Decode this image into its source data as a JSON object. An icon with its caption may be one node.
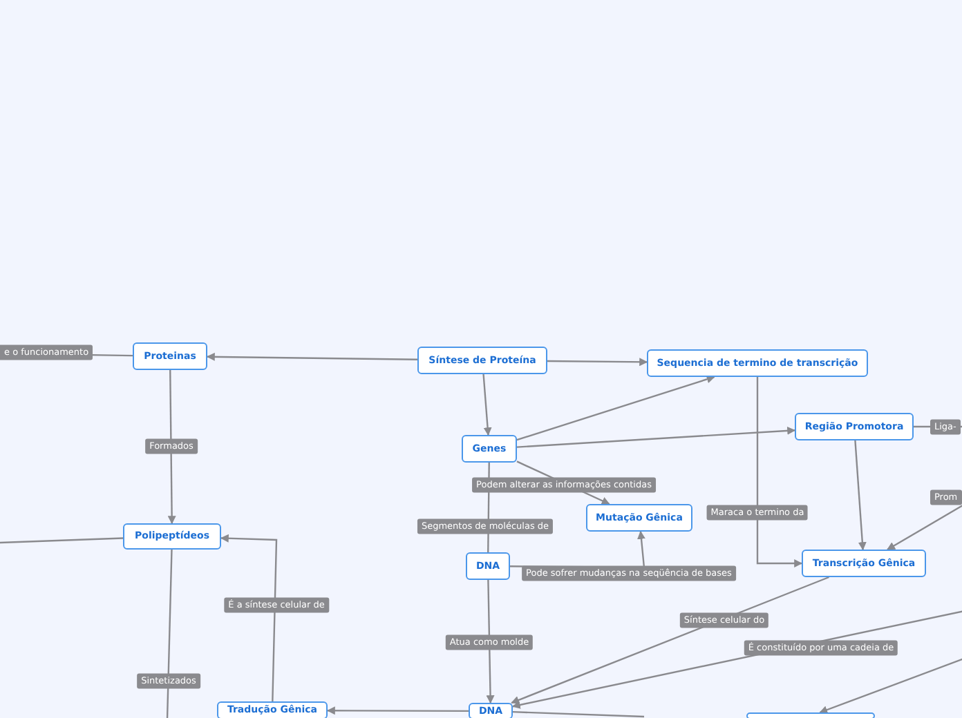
{
  "diagram": {
    "nodes": [
      {
        "text": [
          "Proteinas"
        ]
      },
      {
        "text": [
          "Síntese de Proteína"
        ]
      },
      {
        "text": [
          "Sequencia de termino de transcrição"
        ]
      },
      {
        "text": [
          "Genes"
        ]
      },
      {
        "text": [
          "Região Promotora"
        ]
      },
      {
        "text": [
          "Mutação Gênica"
        ]
      },
      {
        "text": [
          "Polipeptídeos"
        ]
      },
      {
        "text": [
          "DNA"
        ]
      },
      {
        "text": [
          "Transcrição Gênica"
        ]
      },
      {
        "text": [
          "Tradução Gênica"
        ]
      },
      {
        "text": [
          "DNA"
        ]
      },
      {
        "text": [],
        "shape": "box"
      }
    ],
    "edges": [
      {
        "from": 1,
        "to": 0,
        "arrow": "to"
      },
      {
        "from": 1,
        "to": 2,
        "arrow": "to"
      },
      {
        "from": 1,
        "to": 3,
        "arrow": "to"
      },
      {
        "from": 3,
        "to": 2,
        "arrow": "to"
      },
      {
        "from": 3,
        "to": 4,
        "arrow": "to"
      },
      {
        "from": 3,
        "to": 5,
        "arrow": "to",
        "label": "Podem alterar as informações contidas"
      },
      {
        "from": 3,
        "to": 7,
        "arrow": "none",
        "label": "Segmentos de moléculas de"
      },
      {
        "from": 7,
        "to": 5,
        "arrow": "to",
        "label": "Pode sofrer mudanças na seqüência de bases"
      },
      {
        "from": 7,
        "to": 10,
        "arrow": "to",
        "label": "Atua como molde"
      },
      {
        "from": 0,
        "to": 6,
        "arrow": "to",
        "label": "Formados"
      },
      {
        "from": 0,
        "to": null,
        "arrow": "none",
        "label": "e o funcionamento"
      },
      {
        "from": 9,
        "to": 6,
        "arrow": "to",
        "label": "É a síntese celular de"
      },
      {
        "from": 6,
        "to": null,
        "arrow": "none"
      },
      {
        "from": 6,
        "to": null,
        "arrow": "none",
        "label": "Sintetizados"
      },
      {
        "from": 2,
        "to": 8,
        "arrow": "to",
        "label": "Maraca o termino da"
      },
      {
        "from": 4,
        "to": 8,
        "arrow": "to"
      },
      {
        "from": null,
        "to": 8,
        "arrow": "to",
        "label": "Prom"
      },
      {
        "from": 8,
        "to": 10,
        "arrow": "to",
        "label": "Síntese celular do"
      },
      {
        "from": null,
        "to": 10,
        "arrow": "to",
        "label": "É constituído por uma cadeia de"
      },
      {
        "from": null,
        "to": 11,
        "arrow": "to"
      },
      {
        "from": 10,
        "to": 9,
        "arrow": "to"
      },
      {
        "from": 10,
        "to": null,
        "arrow": "none"
      },
      {
        "from": 4,
        "to": null,
        "arrow": "none",
        "label": "Liga-"
      }
    ]
  }
}
